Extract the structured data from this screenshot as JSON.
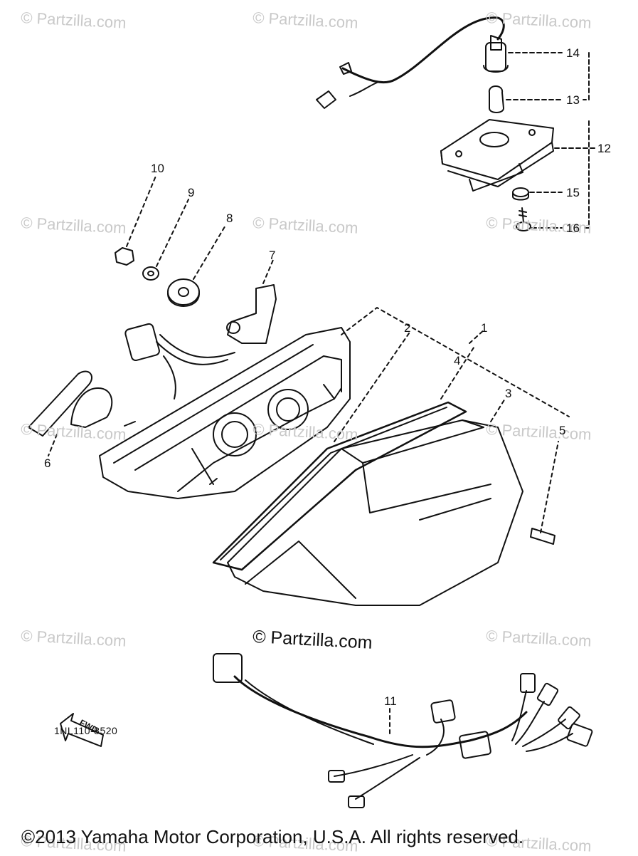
{
  "watermarks": {
    "text": "© Partzilla.com",
    "center_text": "© Partzilla.com"
  },
  "callouts": {
    "c1": "1",
    "c2": "2",
    "c3": "3",
    "c4": "4",
    "c5": "5",
    "c6": "6",
    "c7": "7",
    "c8": "8",
    "c9": "9",
    "c10": "10",
    "c11": "11",
    "c12": "12",
    "c13": "13",
    "c14": "14",
    "c15": "15",
    "c16": "16"
  },
  "fwd_label": "FWD",
  "diagram_code": "1NL110-8520",
  "copyright": "©2013 Yamaha Motor Corporation, U.S.A. All rights reserved."
}
